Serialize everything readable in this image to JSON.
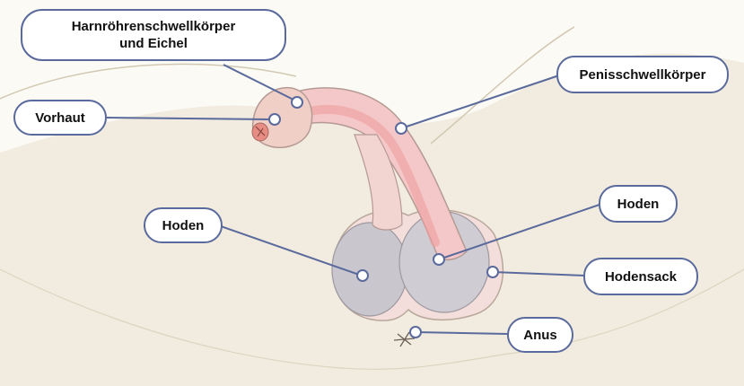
{
  "labels": {
    "urethral_body_line1": "Harnröhrenschwellkörper",
    "urethral_body_line2": "und Eichel",
    "foreskin": "Vorhaut",
    "penile_body": "Penisschwellkörper",
    "testis_right": "Hoden",
    "testis_left": "Hoden",
    "scrotum": "Hodensack",
    "anus": "Anus"
  },
  "colors": {
    "label_border": "#5a6a9c",
    "leader_line": "#5a6a9c",
    "skin": "#f2ede0",
    "skin_outline": "#c9bfa8",
    "shaft_pink": "#f4c6c6",
    "testis_gray": "#c8c6cc"
  }
}
